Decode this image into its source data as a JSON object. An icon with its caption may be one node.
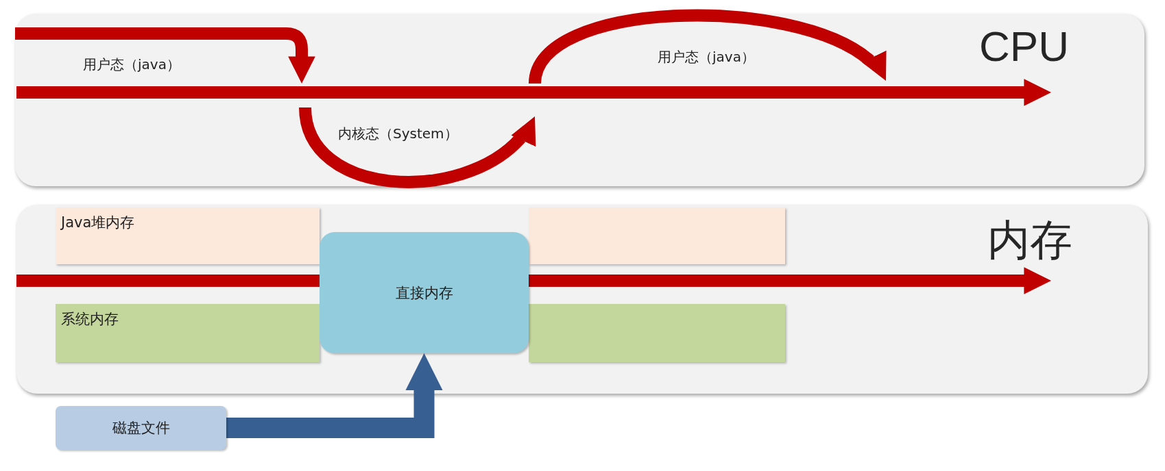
{
  "diagram": {
    "nodes": [
      {
        "text": [
          "CPU"
        ]
      },
      {
        "text": [
          "内存"
        ]
      },
      {
        "text": [
          "Java堆内存"
        ],
        "in": 1
      },
      {
        "text": [],
        "shape": "bar",
        "in": 1
      },
      {
        "text": [
          "系统内存"
        ],
        "in": 1
      },
      {
        "text": [],
        "shape": "bar",
        "in": 1
      },
      {
        "text": [
          "直接内存"
        ],
        "in": 1
      },
      {
        "text": [
          "磁盘文件"
        ]
      }
    ],
    "edges": [
      {
        "from": 7,
        "to": 6,
        "arrow": "to",
        "style": "thick"
      }
    ],
    "labels": [
      "用户态（java）",
      "用户态（java）",
      "内核态（System）"
    ]
  }
}
